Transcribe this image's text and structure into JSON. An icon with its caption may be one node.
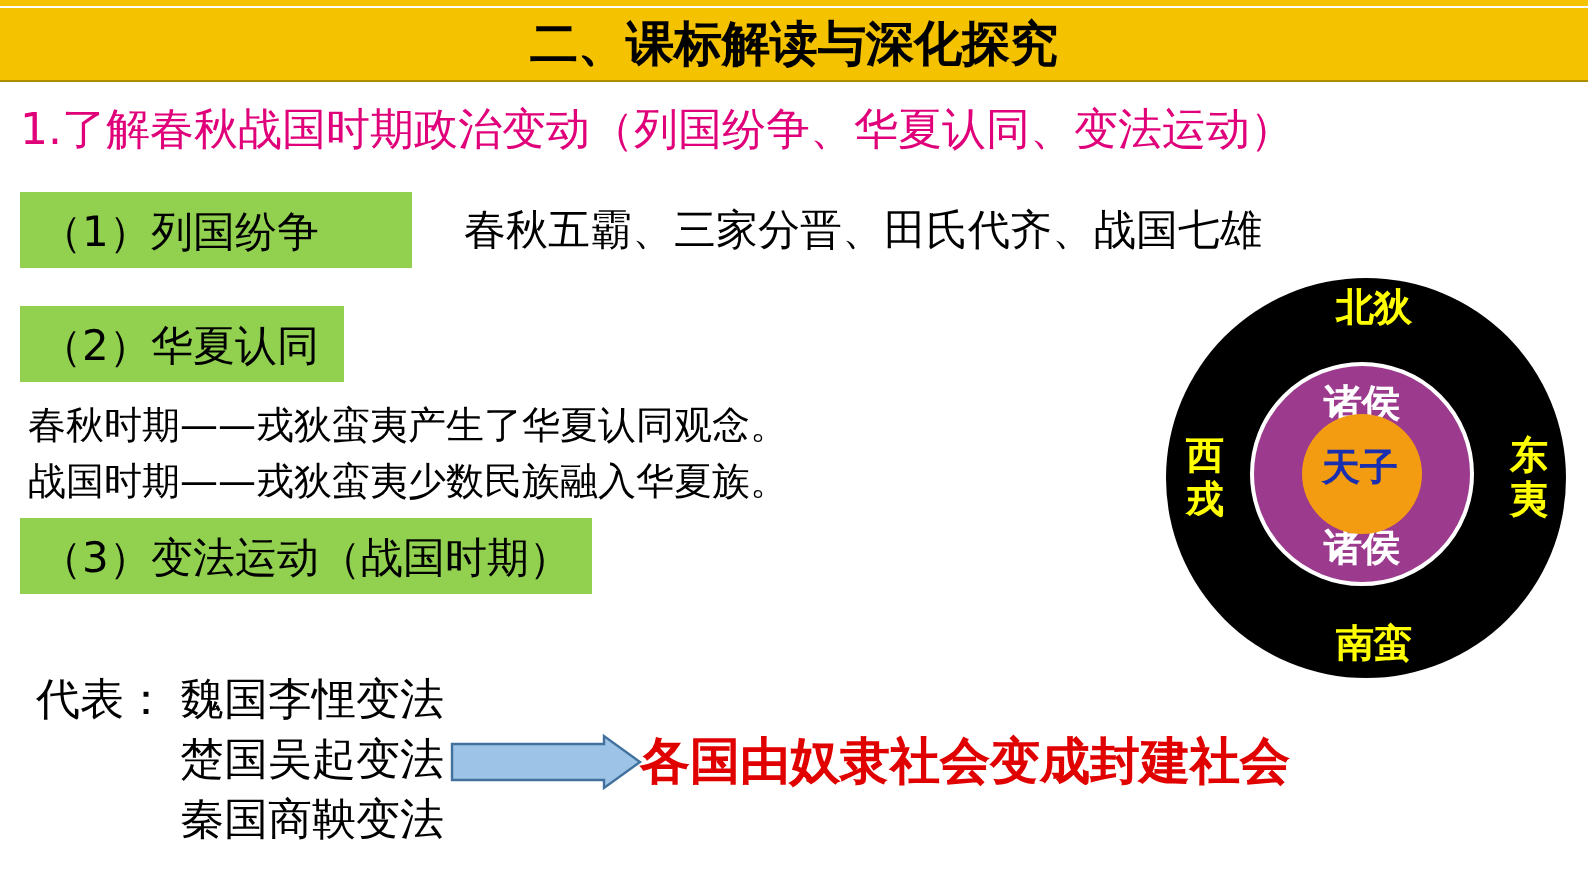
{
  "diagram": {
    "title": "二、课标解读与深化探究",
    "nodes": [
      {
        "text": [
          "（1）列国纷争"
        ]
      },
      {
        "text": [
          "（2）华夏认同"
        ]
      },
      {
        "text": [
          "（3）变法运动（战国时期）"
        ]
      },
      {
        "text": [
          "北狄",
          "西戎",
          "东夷",
          "南蛮"
        ]
      },
      {
        "text": [
          "诸侯",
          "诸侯"
        ],
        "in": 3
      },
      {
        "text": [
          "天子"
        ],
        "in": 4
      },
      {
        "text": [
          "代表：",
          "魏国李悝变法楚国吴起变法秦国商鞅变法"
        ]
      },
      {
        "text": [
          "各国由奴隶社会变成封建社会"
        ]
      }
    ],
    "edges": [
      {
        "from": 6,
        "to": 7,
        "arrow": "to"
      }
    ],
    "labels": [
      "1.了解春秋战国时期政治变动（列国纷争、华夏认同、变法运动）",
      "春秋五霸、三家分晋、田氏代齐、战国七雄",
      "春秋时期——戎狄蛮夷产生了华夏认同观念。",
      "战国时期——戎狄蛮夷少数民族融入华夏族。"
    ]
  }
}
